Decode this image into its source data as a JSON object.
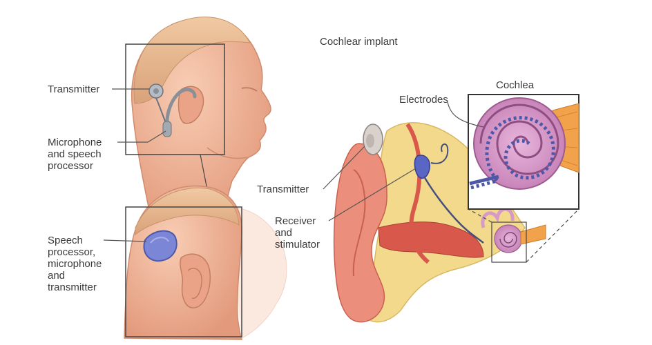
{
  "diagram": {
    "title": "Cochlear implant",
    "labels": {
      "transmitter_left": "Transmitter",
      "microphone_speech_processor": "Microphone\nand speech\nprocessor",
      "speech_processor_mic_transmitter": "Speech\nprocessor,\nmicrophone\nand\ntransmitter",
      "transmitter_ear": "Transmitter",
      "receiver_stimulator": "Receiver\nand\nstimulator",
      "electrodes": "Electrodes",
      "cochlea": "Cochlea"
    },
    "colors": {
      "skin": "#f2b79a",
      "skin_shadow": "#e29676",
      "hair": "#e6b58a",
      "device_grey": "#9aa0a8",
      "processor_blue": "#7c86d6",
      "cochlea_pink": "#d69ac8",
      "ear_canal_red": "#d8584c",
      "bone_yellow": "#f2d98c",
      "leader_line": "#555555"
    }
  }
}
